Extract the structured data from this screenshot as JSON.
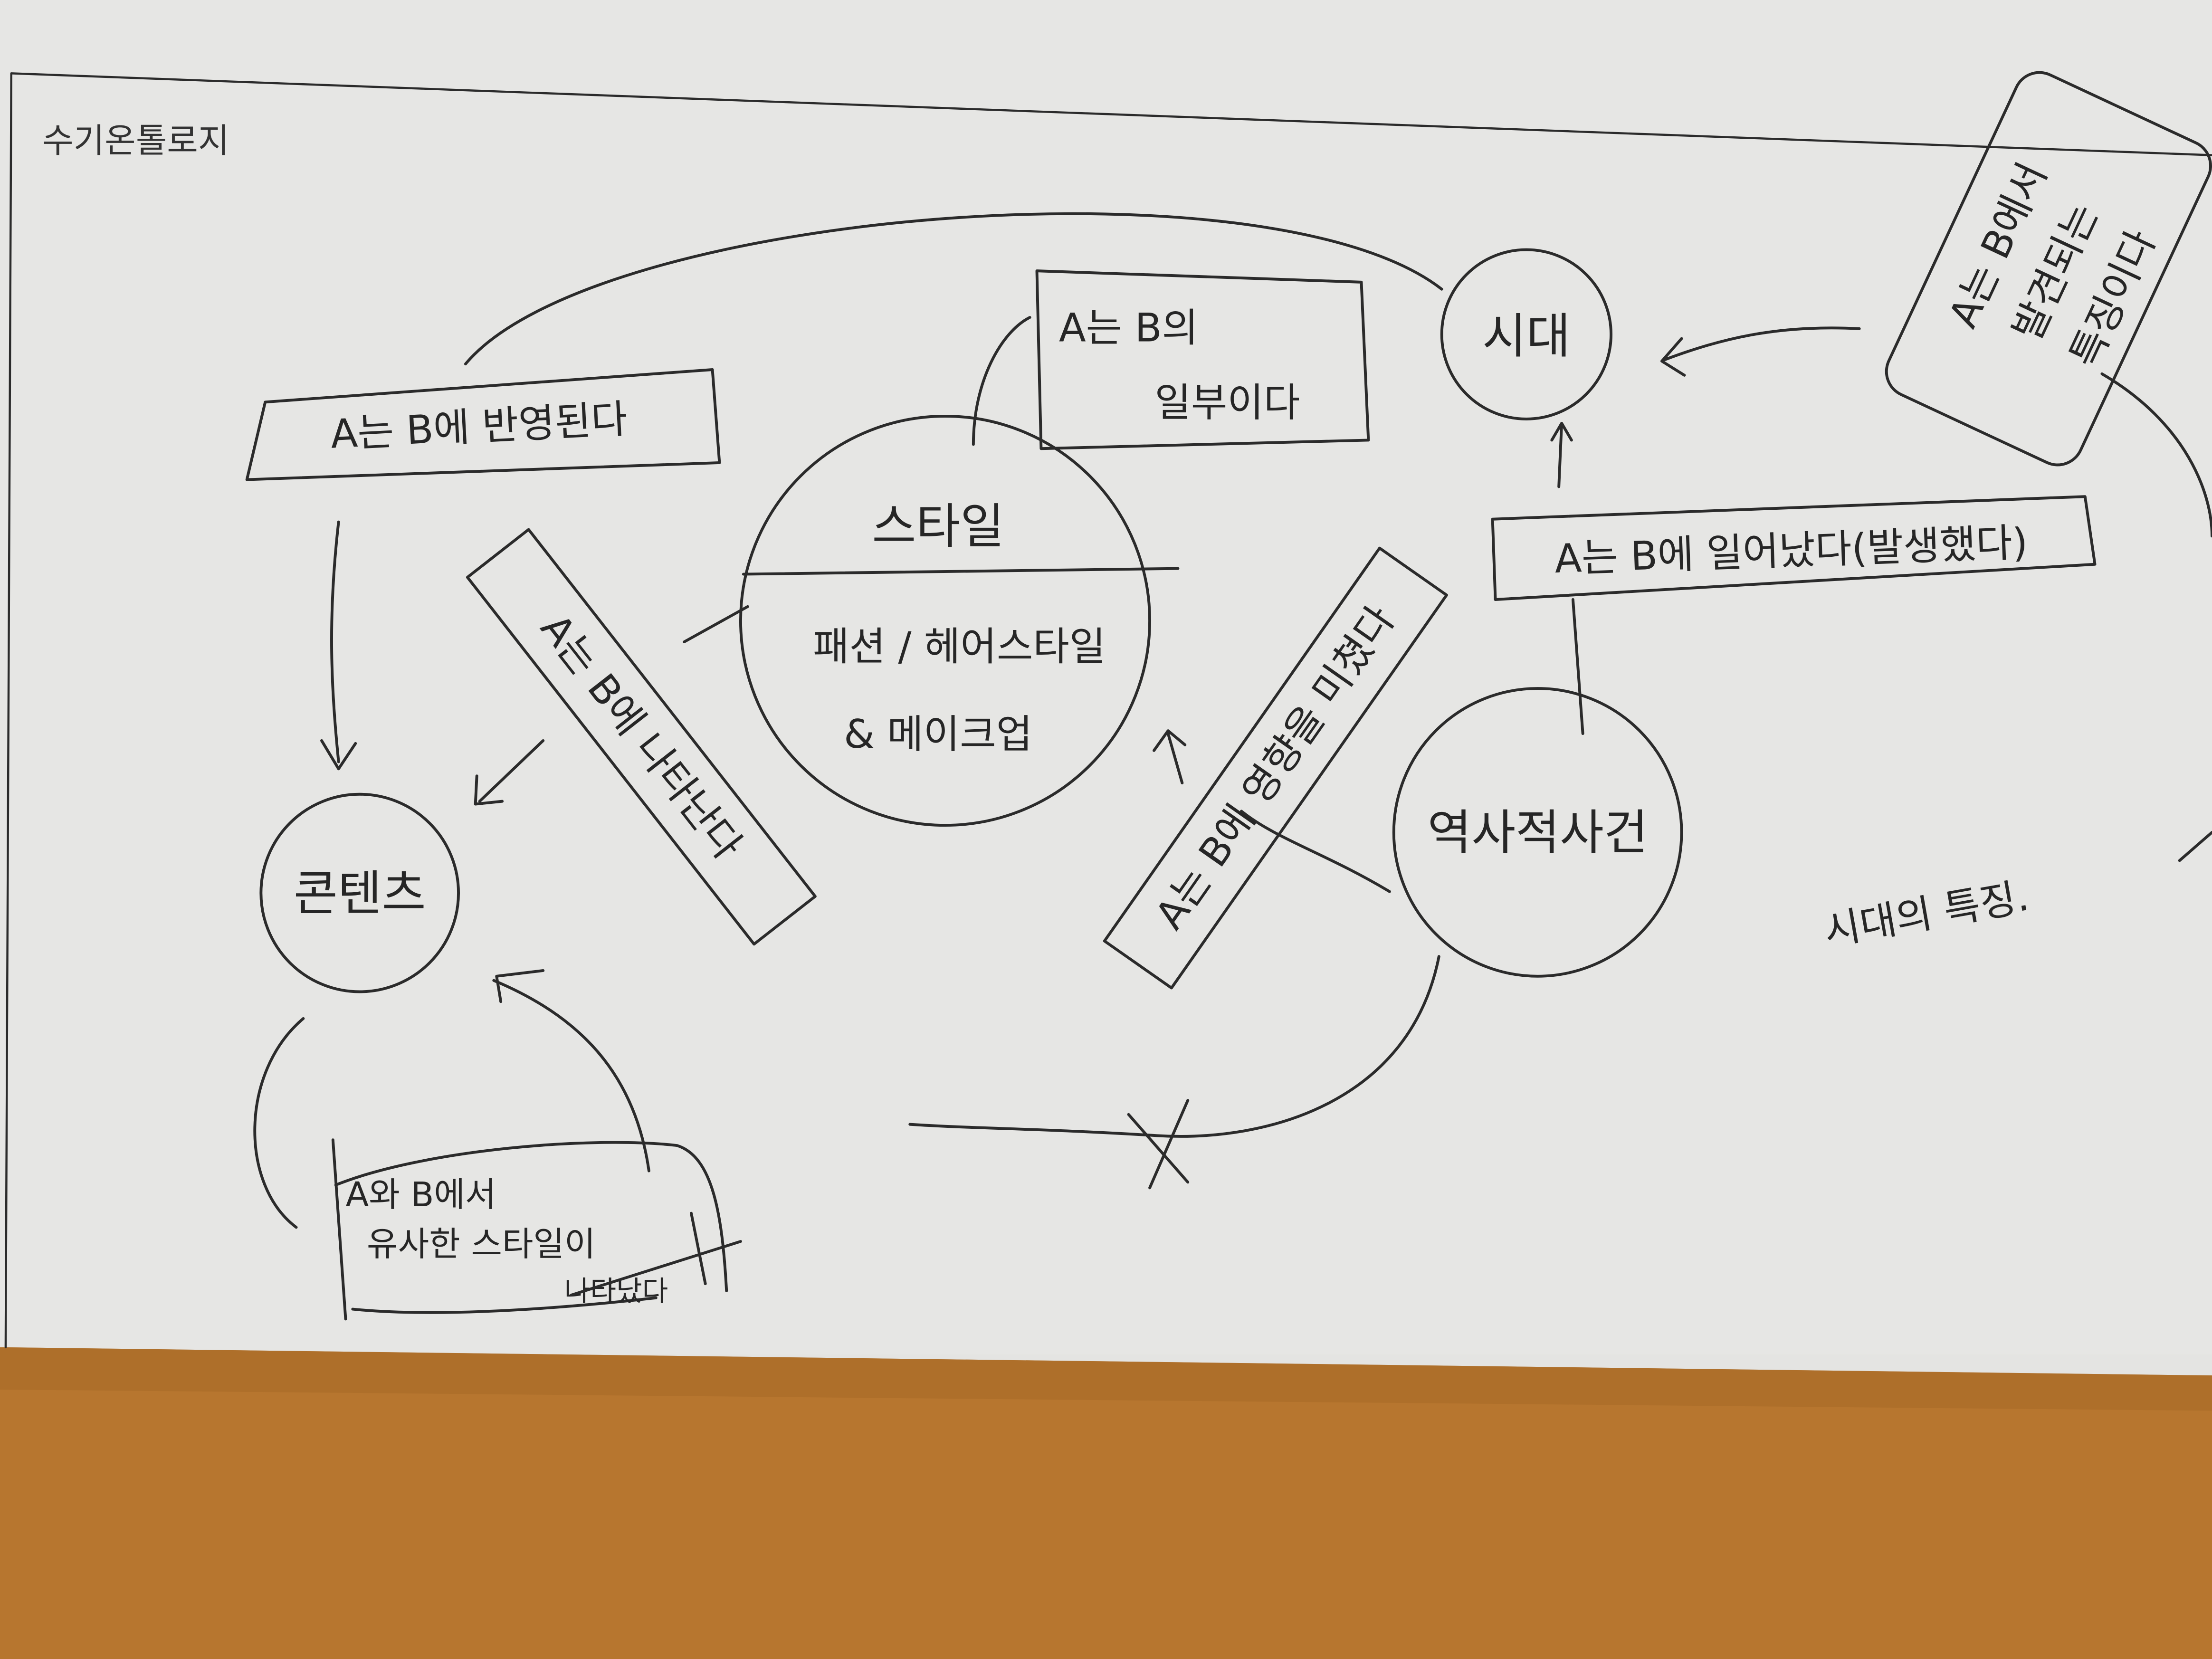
{
  "title": "수기온톨로지",
  "colors": {
    "paper": "#e6e6e4",
    "ink": "#2b2b2b",
    "desk": "#b7762f"
  },
  "nodes": {
    "era": "시대",
    "style_top": "스타일",
    "style_bottom_line1": "패션 / 헤어스타일",
    "style_bottom_line2": "& 메이크업",
    "content": "콘텐츠",
    "historical_event": "역사적사건"
  },
  "relations": {
    "reflected": "A는 B에 반영된다",
    "part_of_line1": "A는 B의",
    "part_of_line2": "일부이다",
    "appears": "A는 B에 나타난다",
    "influenced": "A는 B에 영향을 미쳤다",
    "occurred": "A는 B에 일어났다(발생했다)",
    "feature_line1": "A는 B에서",
    "feature_line2": "발견되는",
    "feature_line3": "특징이다",
    "similar_line1": "A와 B에서",
    "similar_line2": "유사한 스타일이",
    "similar_line3": "나타났다"
  },
  "notes": {
    "era_feature": "시대의 특징."
  }
}
